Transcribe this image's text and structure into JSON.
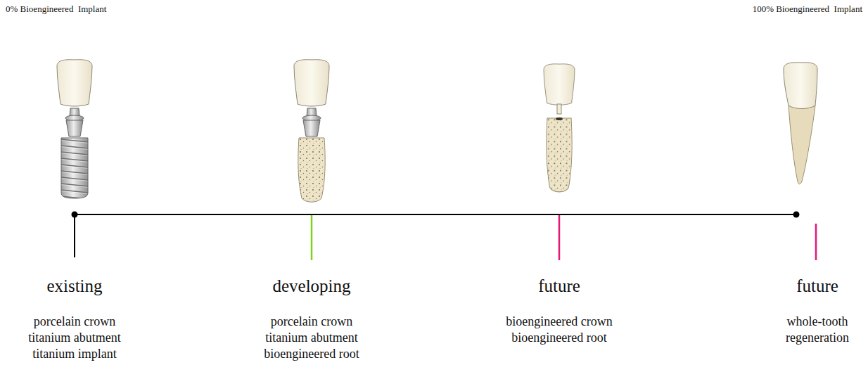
{
  "diagram": {
    "labels": [
      "0% Bioengineered  Implant",
      "100% Bioengineered  Implant",
      "existing",
      "porcelain crown",
      "titanium abutment",
      "titanium implant",
      "developing",
      "porcelain crown",
      "titanium abutment",
      "bioengineered root",
      "future",
      "bioengineered crown",
      "bioengineered root",
      "future",
      "whole-tooth",
      "regeneration"
    ]
  }
}
